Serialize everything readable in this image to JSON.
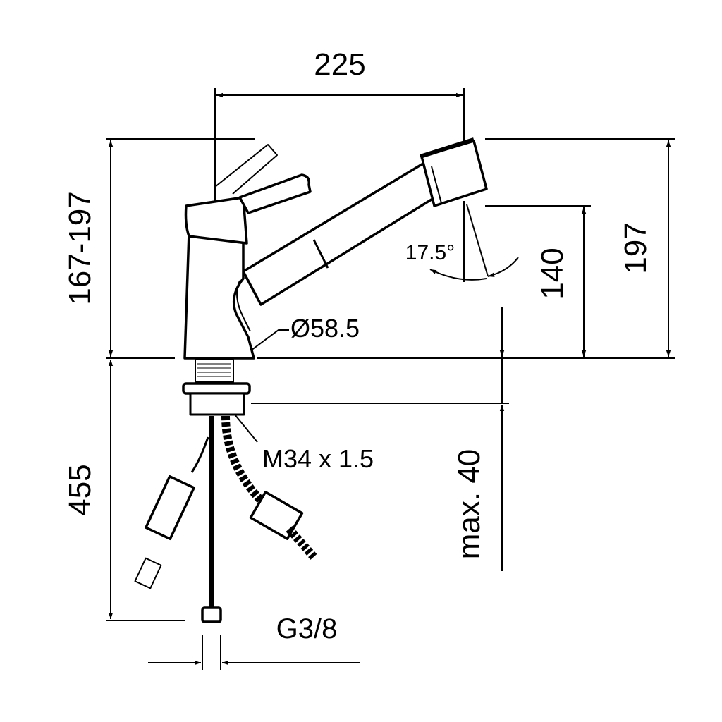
{
  "title": "Pull-out kitchen faucet dimension drawing",
  "colors": {
    "line": "#000000",
    "background": "#ffffff"
  },
  "dimensions": {
    "spout_reach": "225",
    "height_range": "167-197",
    "total_height": "197",
    "outlet_height": "140",
    "spray_angle": "17.5°",
    "base_diameter": "Ø58.5",
    "thread": "M34 x 1.5",
    "max_thickness": "max. 40",
    "hose_length": "455",
    "connection": "G3/8"
  }
}
